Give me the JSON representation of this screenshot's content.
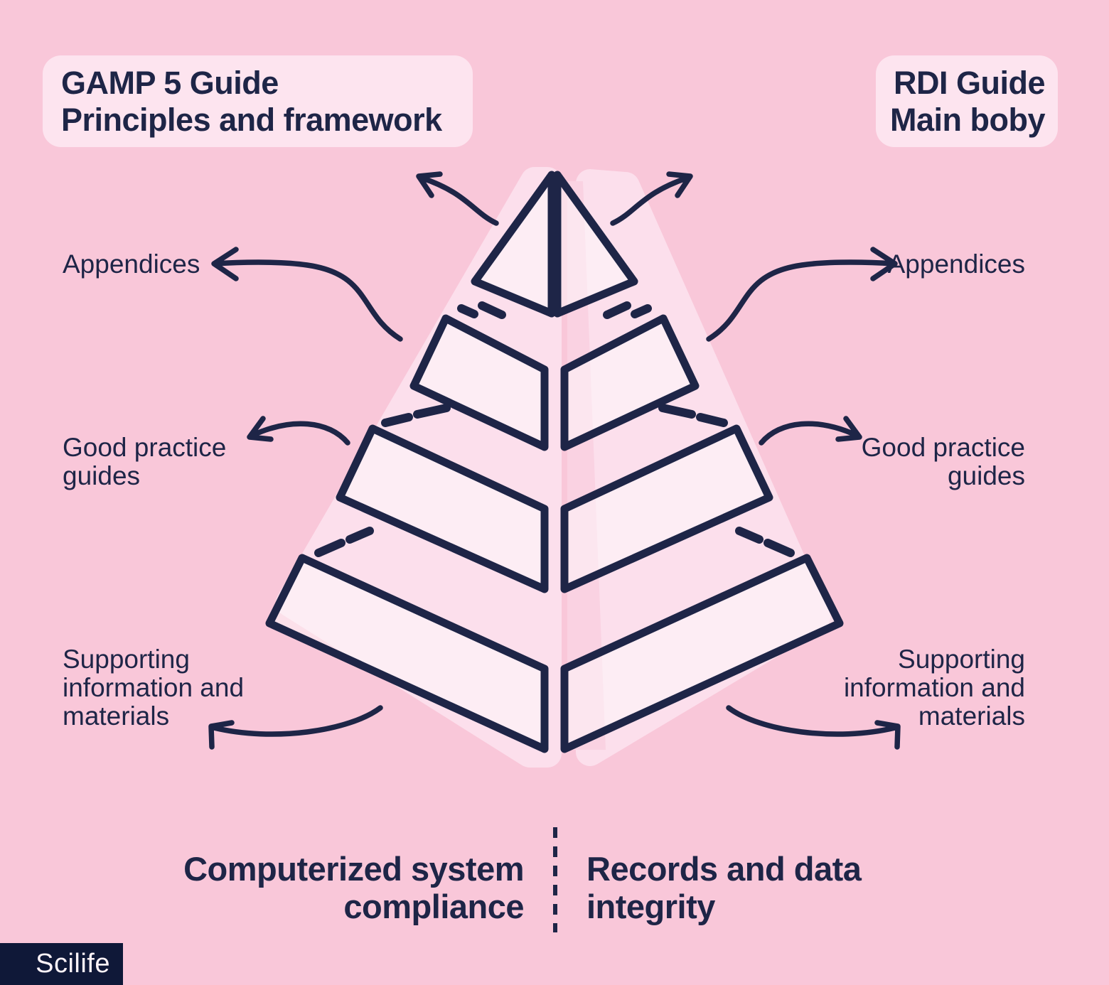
{
  "title_panels": {
    "left": "GAMP 5 Guide\nPrinciples and framework",
    "right": "RDI Guide\nMain boby"
  },
  "pyramid_labels": {
    "left": [
      {
        "text": "Appendices"
      },
      {
        "text": "Good practice\nguides"
      },
      {
        "text": "Supporting\ninformation and\nmaterials"
      }
    ],
    "right": [
      {
        "text": "Appendices"
      },
      {
        "text": "Good practice\nguides"
      },
      {
        "text": "Supporting\ninformation and\nmaterials"
      }
    ]
  },
  "footer": {
    "left": "Computerized system\ncompliance",
    "right": "Records and data\nintegrity"
  },
  "logo": "Scilife",
  "colors": {
    "background": "#f9c7d9",
    "panel": "#fde4ef",
    "navy": "#1e2547",
    "silhouette": "#fcdfec",
    "center_strip": "#fad2e2",
    "band_fill": "rgba(255,255,255,0.45)",
    "logo_background": "#0f1838",
    "logo_text": "#fdf3f8"
  }
}
